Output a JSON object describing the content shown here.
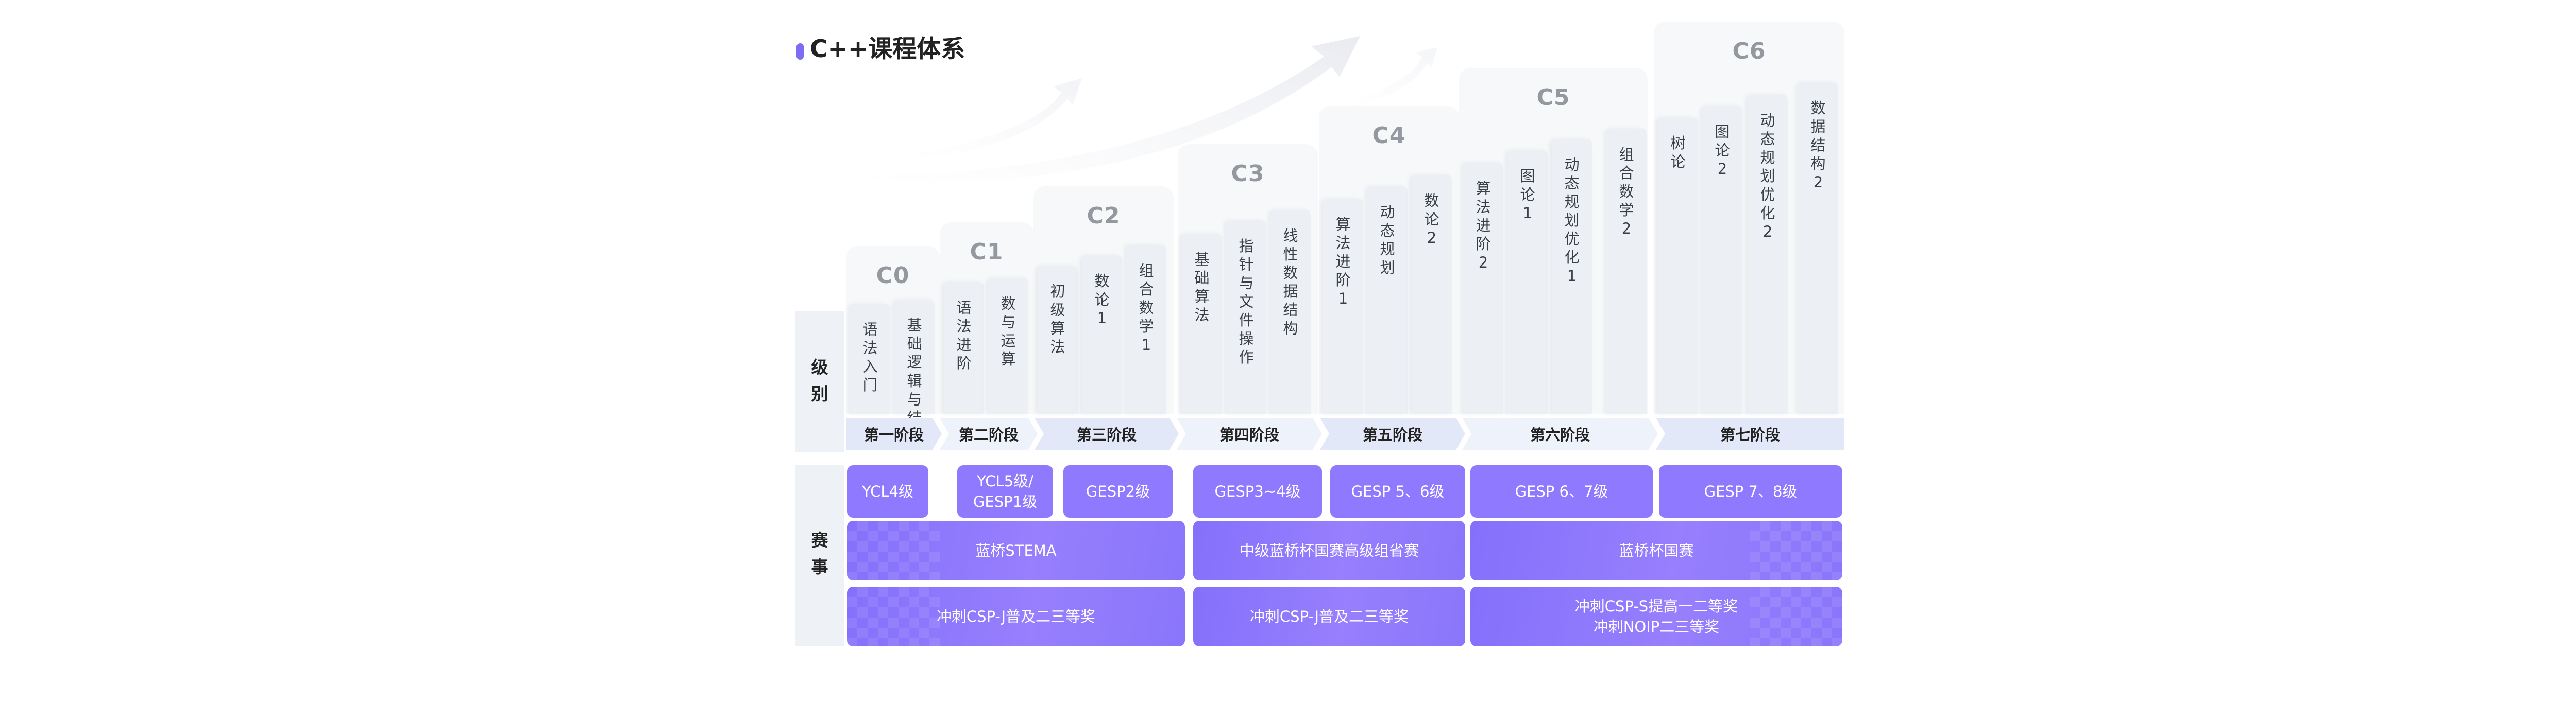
{
  "title": "C++课程体系",
  "colors": {
    "accent": "#7c6cf2",
    "box": "#8f7aff",
    "step": "#f7f8fa",
    "column": "#ecf0f5",
    "stage": "#e2e8f8"
  },
  "sides": {
    "level": "级别",
    "contest": "赛事"
  },
  "levels": [
    {
      "label": "C0",
      "courses": [
        "语法入门",
        "基础逻辑与结构"
      ]
    },
    {
      "label": "C1",
      "courses": [
        "语法进阶",
        "数与运算"
      ]
    },
    {
      "label": "C2",
      "courses": [
        "初级算法",
        "数论1",
        "组合数学1"
      ]
    },
    {
      "label": "C3",
      "courses": [
        "基础算法",
        "指针与文件操作",
        "线性数据结构"
      ]
    },
    {
      "label": "C4",
      "courses": [
        "算法进阶1",
        "动态规划",
        "数论2"
      ]
    },
    {
      "label": "C5",
      "courses": [
        "算法进阶2",
        "图论1",
        "动态规划优化1",
        "组合数学2"
      ]
    },
    {
      "label": "C6",
      "courses": [
        "树论",
        "图论2",
        "动态规划优化2",
        "数据结构2"
      ]
    }
  ],
  "stages": [
    "第一阶段",
    "第二阶段",
    "第三阶段",
    "第四阶段",
    "第五阶段",
    "第六阶段",
    "第七阶段"
  ],
  "contests": {
    "row1": [
      "YCL4级",
      "YCL5级/\nGESP1级",
      "GESP2级",
      "GESP3~4级",
      "GESP 5、6级",
      "GESP 6、7级",
      "GESP 7、8级"
    ],
    "row2": [
      "蓝桥STEMA",
      "中级蓝桥杯国赛高级组省赛",
      "蓝桥杯国赛"
    ],
    "row3": [
      "冲刺CSP-J普及二三等奖",
      "冲刺CSP-J普及二三等奖",
      "冲刺CSP-S提高一二等奖\n冲刺NOIP二三等奖"
    ]
  }
}
